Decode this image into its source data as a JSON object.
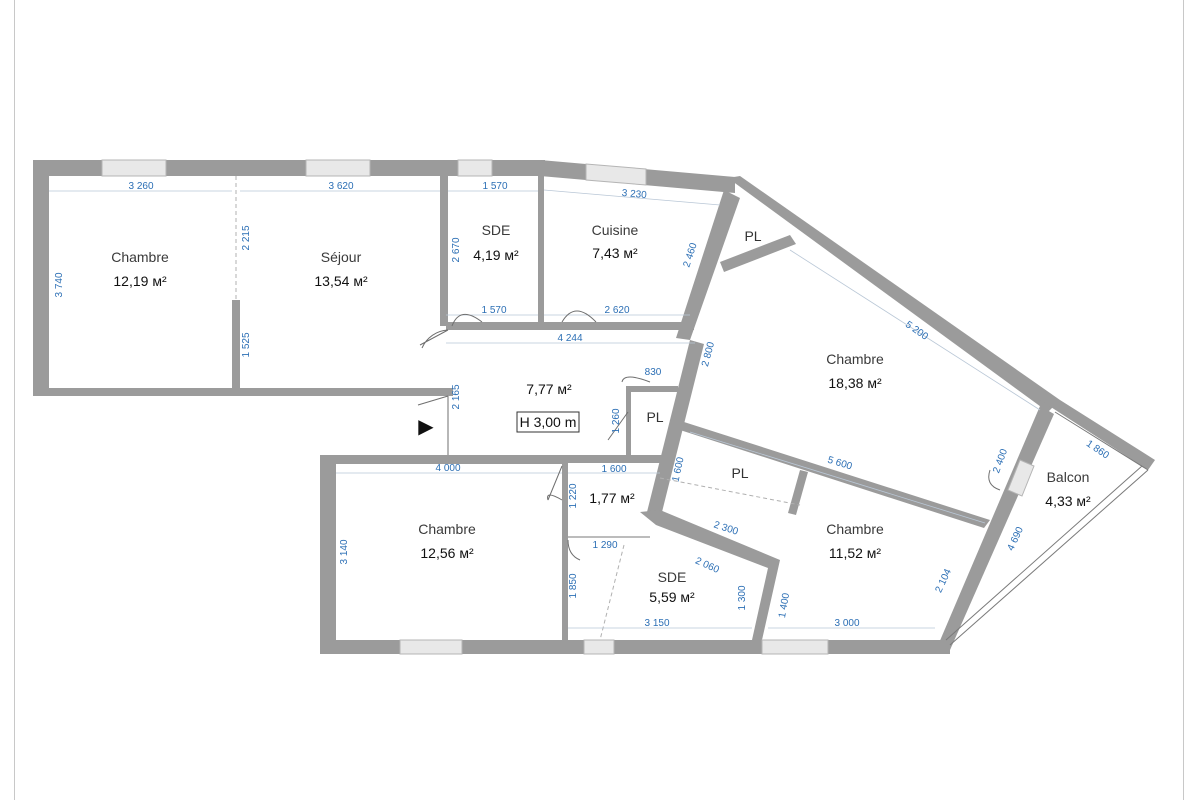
{
  "rooms": [
    {
      "name": "Chambre",
      "area": "12,19 м²"
    },
    {
      "name": "Séjour",
      "area": "13,54 м²"
    },
    {
      "name": "SDE",
      "area": "4,19 м²"
    },
    {
      "name": "Cuisine",
      "area": "7,43 м²"
    },
    {
      "name": "Chambre",
      "area": "18,38 м²"
    },
    {
      "name": "",
      "area": "7,77 м²"
    },
    {
      "name": "",
      "area": "1,77 м²"
    },
    {
      "name": "Chambre",
      "area": "12,56 м²"
    },
    {
      "name": "SDE",
      "area": "5,59 м²"
    },
    {
      "name": "Chambre",
      "area": "11,52 м²"
    },
    {
      "name": "Balcon",
      "area": "4,33 м²"
    }
  ],
  "pl_labels": [
    "PL",
    "PL",
    "PL"
  ],
  "height_label": "H 3,00 m",
  "dimensions": [
    "3 260",
    "3 620",
    "1 570",
    "3 230",
    "3 740",
    "2 215",
    "1 525",
    "2 670",
    "1 570",
    "2 620",
    "2 460",
    "4 244",
    "830",
    "2 165",
    "1 260",
    "2 800",
    "5 200",
    "1 600",
    "1 600",
    "5 600",
    "2 400",
    "1 860",
    "4 000",
    "1 220",
    "3 140",
    "1 290",
    "2 300",
    "2 060",
    "1 850",
    "1 300",
    "1 400",
    "3 150",
    "3 000",
    "2 104",
    "4 690"
  ],
  "entrance_marker": "▶"
}
